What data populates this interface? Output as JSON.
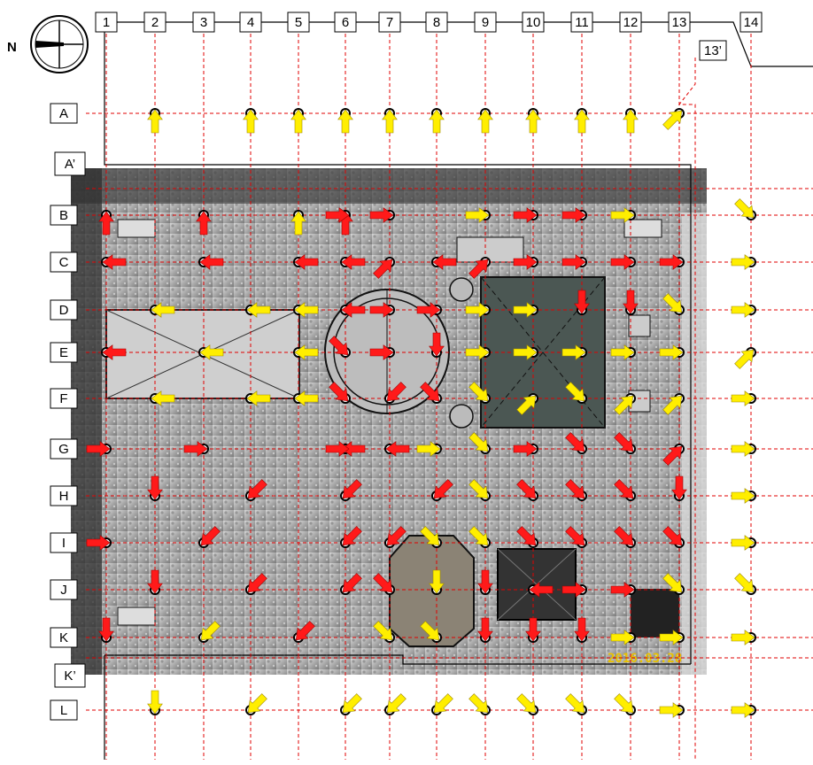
{
  "columns": [
    "1",
    "2",
    "3",
    "4",
    "5",
    "6",
    "7",
    "8",
    "9",
    "10",
    "11",
    "12",
    "13",
    "14"
  ],
  "extra_column": "13’",
  "rows": [
    "A",
    "B",
    "C",
    "D",
    "E",
    "F",
    "G",
    "H",
    "I",
    "J",
    "K",
    "L"
  ],
  "extra_rows": [
    "A’",
    "K’"
  ],
  "photo_date": "2016.03.28",
  "compass": {
    "label": "N",
    "icon": "north-arrow-icon"
  },
  "legend_colors": {
    "red_arrow": "#ff1a1a",
    "yellow_arrow": "#ffee00",
    "grid_line": "#e00000"
  },
  "arrows": [
    {
      "node": "A2",
      "color": "yellow",
      "dir": "S"
    },
    {
      "node": "A4",
      "color": "yellow",
      "dir": "S"
    },
    {
      "node": "A5",
      "color": "yellow",
      "dir": "S"
    },
    {
      "node": "A6",
      "color": "yellow",
      "dir": "S"
    },
    {
      "node": "A7",
      "color": "yellow",
      "dir": "S"
    },
    {
      "node": "A8",
      "color": "yellow",
      "dir": "S"
    },
    {
      "node": "A9",
      "color": "yellow",
      "dir": "S"
    },
    {
      "node": "A10",
      "color": "yellow",
      "dir": "S"
    },
    {
      "node": "A11",
      "color": "yellow",
      "dir": "S"
    },
    {
      "node": "A12",
      "color": "yellow",
      "dir": "S"
    },
    {
      "node": "A13",
      "color": "yellow",
      "dir": "SW"
    },
    {
      "node": "B1",
      "color": "red",
      "dir": "S"
    },
    {
      "node": "B3",
      "color": "red",
      "dir": "S"
    },
    {
      "node": "B5",
      "color": "yellow",
      "dir": "S"
    },
    {
      "node": "B6",
      "color": "red",
      "dir": "S"
    },
    {
      "node": "B6",
      "color": "red",
      "dir": "W"
    },
    {
      "node": "B7",
      "color": "red",
      "dir": "W"
    },
    {
      "node": "B9",
      "color": "yellow",
      "dir": "W"
    },
    {
      "node": "B10",
      "color": "red",
      "dir": "W"
    },
    {
      "node": "B11",
      "color": "red",
      "dir": "W"
    },
    {
      "node": "B12",
      "color": "yellow",
      "dir": "W"
    },
    {
      "node": "B14",
      "color": "yellow",
      "dir": "NW"
    },
    {
      "node": "C1",
      "color": "red",
      "dir": "E"
    },
    {
      "node": "C3",
      "color": "red",
      "dir": "E"
    },
    {
      "node": "C5",
      "color": "red",
      "dir": "E"
    },
    {
      "node": "C6",
      "color": "red",
      "dir": "E"
    },
    {
      "node": "C7",
      "color": "red",
      "dir": "SW"
    },
    {
      "node": "C8",
      "color": "red",
      "dir": "E"
    },
    {
      "node": "C9",
      "color": "red",
      "dir": "SW"
    },
    {
      "node": "C10",
      "color": "red",
      "dir": "W"
    },
    {
      "node": "C11",
      "color": "red",
      "dir": "W"
    },
    {
      "node": "C12",
      "color": "red",
      "dir": "W"
    },
    {
      "node": "C13",
      "color": "red",
      "dir": "W"
    },
    {
      "node": "C14",
      "color": "yellow",
      "dir": "W"
    },
    {
      "node": "D2",
      "color": "yellow",
      "dir": "E"
    },
    {
      "node": "D4",
      "color": "yellow",
      "dir": "E"
    },
    {
      "node": "D5",
      "color": "yellow",
      "dir": "E"
    },
    {
      "node": "D6",
      "color": "red",
      "dir": "E"
    },
    {
      "node": "D7",
      "color": "red",
      "dir": "W"
    },
    {
      "node": "D8",
      "color": "red",
      "dir": "W"
    },
    {
      "node": "D9",
      "color": "yellow",
      "dir": "W"
    },
    {
      "node": "D10",
      "color": "yellow",
      "dir": "W"
    },
    {
      "node": "D11",
      "color": "red",
      "dir": "N"
    },
    {
      "node": "D12",
      "color": "red",
      "dir": "N"
    },
    {
      "node": "D13",
      "color": "yellow",
      "dir": "NW"
    },
    {
      "node": "D14",
      "color": "yellow",
      "dir": "W"
    },
    {
      "node": "E1",
      "color": "red",
      "dir": "E"
    },
    {
      "node": "E3",
      "color": "yellow",
      "dir": "E"
    },
    {
      "node": "E5",
      "color": "yellow",
      "dir": "E"
    },
    {
      "node": "E6",
      "color": "red",
      "dir": "NW"
    },
    {
      "node": "E7",
      "color": "red",
      "dir": "W"
    },
    {
      "node": "E8",
      "color": "red",
      "dir": "N"
    },
    {
      "node": "E9",
      "color": "yellow",
      "dir": "W"
    },
    {
      "node": "E10",
      "color": "yellow",
      "dir": "W"
    },
    {
      "node": "E11",
      "color": "yellow",
      "dir": "W"
    },
    {
      "node": "E12",
      "color": "yellow",
      "dir": "W"
    },
    {
      "node": "E13",
      "color": "yellow",
      "dir": "W"
    },
    {
      "node": "E14",
      "color": "yellow",
      "dir": "SW"
    },
    {
      "node": "F2",
      "color": "yellow",
      "dir": "E"
    },
    {
      "node": "F4",
      "color": "yellow",
      "dir": "E"
    },
    {
      "node": "F5",
      "color": "yellow",
      "dir": "E"
    },
    {
      "node": "F6",
      "color": "red",
      "dir": "NW"
    },
    {
      "node": "F7",
      "color": "red",
      "dir": "NE"
    },
    {
      "node": "F8",
      "color": "red",
      "dir": "NW"
    },
    {
      "node": "F9",
      "color": "yellow",
      "dir": "NW"
    },
    {
      "node": "F10",
      "color": "yellow",
      "dir": "SW"
    },
    {
      "node": "F11",
      "color": "yellow",
      "dir": "NW"
    },
    {
      "node": "F12",
      "color": "yellow",
      "dir": "SW"
    },
    {
      "node": "F13",
      "color": "yellow",
      "dir": "SW"
    },
    {
      "node": "F14",
      "color": "yellow",
      "dir": "W"
    },
    {
      "node": "G1",
      "color": "red",
      "dir": "W"
    },
    {
      "node": "G3",
      "color": "red",
      "dir": "W"
    },
    {
      "node": "G6",
      "color": "red",
      "dir": "E"
    },
    {
      "node": "G6",
      "color": "red",
      "dir": "W"
    },
    {
      "node": "G7",
      "color": "red",
      "dir": "E"
    },
    {
      "node": "G8",
      "color": "yellow",
      "dir": "W"
    },
    {
      "node": "G9",
      "color": "yellow",
      "dir": "NW"
    },
    {
      "node": "G10",
      "color": "red",
      "dir": "W"
    },
    {
      "node": "G11",
      "color": "red",
      "dir": "NW"
    },
    {
      "node": "G12",
      "color": "red",
      "dir": "NW"
    },
    {
      "node": "G13",
      "color": "red",
      "dir": "SW"
    },
    {
      "node": "G14",
      "color": "yellow",
      "dir": "W"
    },
    {
      "node": "H2",
      "color": "red",
      "dir": "N"
    },
    {
      "node": "H4",
      "color": "red",
      "dir": "NE"
    },
    {
      "node": "H6",
      "color": "red",
      "dir": "NE"
    },
    {
      "node": "H8",
      "color": "red",
      "dir": "NE"
    },
    {
      "node": "H9",
      "color": "yellow",
      "dir": "NW"
    },
    {
      "node": "H10",
      "color": "red",
      "dir": "NW"
    },
    {
      "node": "H11",
      "color": "red",
      "dir": "NW"
    },
    {
      "node": "H12",
      "color": "red",
      "dir": "NW"
    },
    {
      "node": "H13",
      "color": "red",
      "dir": "N"
    },
    {
      "node": "H14",
      "color": "yellow",
      "dir": "W"
    },
    {
      "node": "I1",
      "color": "red",
      "dir": "W"
    },
    {
      "node": "I3",
      "color": "red",
      "dir": "NE"
    },
    {
      "node": "I6",
      "color": "red",
      "dir": "NE"
    },
    {
      "node": "I7",
      "color": "red",
      "dir": "NE"
    },
    {
      "node": "I8",
      "color": "yellow",
      "dir": "NW"
    },
    {
      "node": "I9",
      "color": "yellow",
      "dir": "NW"
    },
    {
      "node": "I10",
      "color": "red",
      "dir": "NW"
    },
    {
      "node": "I11",
      "color": "red",
      "dir": "NW"
    },
    {
      "node": "I12",
      "color": "red",
      "dir": "NW"
    },
    {
      "node": "I13",
      "color": "red",
      "dir": "NW"
    },
    {
      "node": "I14",
      "color": "yellow",
      "dir": "W"
    },
    {
      "node": "J2",
      "color": "red",
      "dir": "N"
    },
    {
      "node": "J4",
      "color": "red",
      "dir": "NE"
    },
    {
      "node": "J6",
      "color": "red",
      "dir": "NE"
    },
    {
      "node": "J7",
      "color": "red",
      "dir": "NW"
    },
    {
      "node": "J8",
      "color": "yellow",
      "dir": "N"
    },
    {
      "node": "J9",
      "color": "red",
      "dir": "N"
    },
    {
      "node": "J10",
      "color": "red",
      "dir": "E"
    },
    {
      "node": "J11",
      "color": "red",
      "dir": "W"
    },
    {
      "node": "J12",
      "color": "red",
      "dir": "W"
    },
    {
      "node": "J13",
      "color": "yellow",
      "dir": "NW"
    },
    {
      "node": "J14",
      "color": "yellow",
      "dir": "NW"
    },
    {
      "node": "K1",
      "color": "red",
      "dir": "N"
    },
    {
      "node": "K3",
      "color": "yellow",
      "dir": "NE"
    },
    {
      "node": "K5",
      "color": "red",
      "dir": "NE"
    },
    {
      "node": "K7",
      "color": "yellow",
      "dir": "NW"
    },
    {
      "node": "K8",
      "color": "yellow",
      "dir": "NW"
    },
    {
      "node": "K9",
      "color": "red",
      "dir": "N"
    },
    {
      "node": "K10",
      "color": "red",
      "dir": "N"
    },
    {
      "node": "K11",
      "color": "red",
      "dir": "N"
    },
    {
      "node": "K12",
      "color": "yellow",
      "dir": "W"
    },
    {
      "node": "K13",
      "color": "yellow",
      "dir": "W"
    },
    {
      "node": "K14",
      "color": "yellow",
      "dir": "W"
    },
    {
      "node": "L2",
      "color": "yellow",
      "dir": "N"
    },
    {
      "node": "L4",
      "color": "yellow",
      "dir": "NE"
    },
    {
      "node": "L6",
      "color": "yellow",
      "dir": "NE"
    },
    {
      "node": "L7",
      "color": "yellow",
      "dir": "NE"
    },
    {
      "node": "L8",
      "color": "yellow",
      "dir": "NE"
    },
    {
      "node": "L9",
      "color": "yellow",
      "dir": "NW"
    },
    {
      "node": "L10",
      "color": "yellow",
      "dir": "NW"
    },
    {
      "node": "L11",
      "color": "yellow",
      "dir": "NW"
    },
    {
      "node": "L12",
      "color": "yellow",
      "dir": "NW"
    },
    {
      "node": "L13",
      "color": "yellow",
      "dir": "W"
    },
    {
      "node": "L14",
      "color": "yellow",
      "dir": "W"
    }
  ]
}
